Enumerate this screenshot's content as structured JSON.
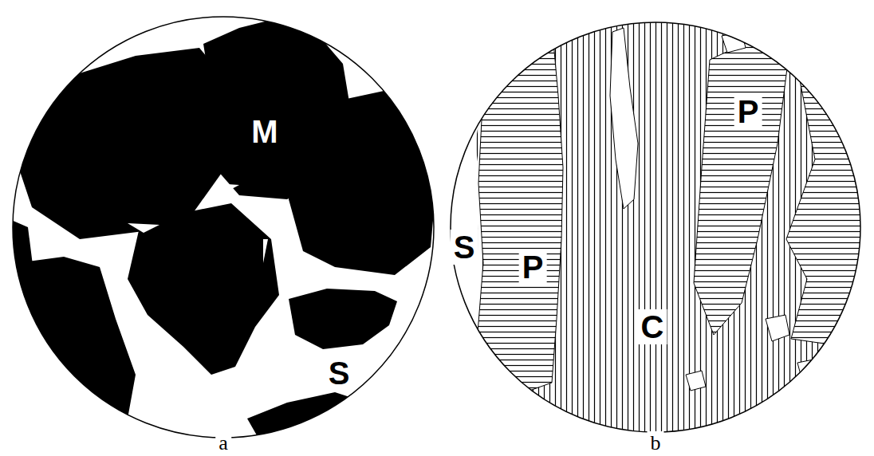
{
  "diagram": {
    "labels": [
      "M",
      "S",
      "P",
      "S",
      "P",
      "C",
      "a",
      "b"
    ]
  }
}
